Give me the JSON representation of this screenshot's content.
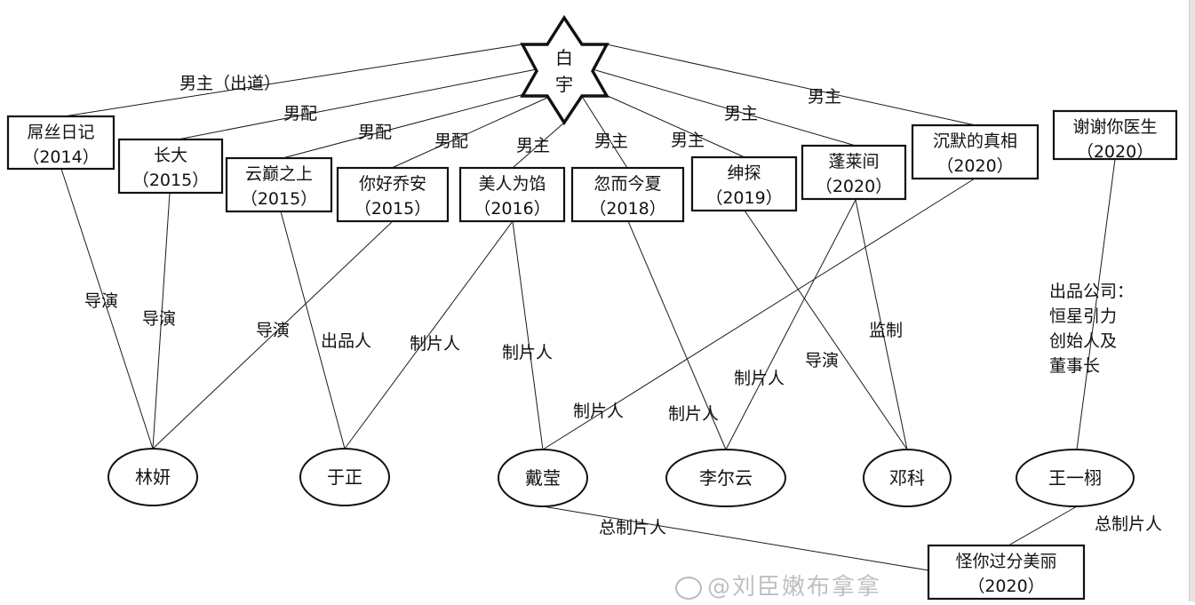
{
  "center": {
    "name_line1": "白",
    "name_line2": "宇",
    "full_name": "白宇",
    "shape": "six-point-star"
  },
  "works": [
    {
      "id": "w0",
      "title": "屌丝日记",
      "year": "（2014）"
    },
    {
      "id": "w1",
      "title": "长大",
      "year": "（2015）"
    },
    {
      "id": "w2",
      "title": "云巅之上",
      "year": "（2015）"
    },
    {
      "id": "w3",
      "title": "你好乔安",
      "year": "（2015）"
    },
    {
      "id": "w4",
      "title": "美人为馅",
      "year": "（2016）"
    },
    {
      "id": "w5",
      "title": "忽而今夏",
      "year": "（2018）"
    },
    {
      "id": "w6",
      "title": "绅探",
      "year": "（2019）"
    },
    {
      "id": "w7",
      "title": "蓬莱间",
      "year": "（2020）"
    },
    {
      "id": "w8",
      "title": "沉默的真相",
      "year": "（2020）"
    },
    {
      "id": "w9",
      "title": "谢谢你医生",
      "year": "（2020）"
    },
    {
      "id": "w10",
      "title": "怪你过分美丽",
      "year": "（2020）"
    }
  ],
  "people": [
    {
      "id": "p0",
      "name": "林妍"
    },
    {
      "id": "p1",
      "name": "于正"
    },
    {
      "id": "p2",
      "name": "戴莹"
    },
    {
      "id": "p3",
      "name": "李尔云"
    },
    {
      "id": "p4",
      "name": "邓科"
    },
    {
      "id": "p5",
      "name": "王一栩"
    }
  ],
  "actor_edges": [
    {
      "work": "w0",
      "label": "男主（出道）"
    },
    {
      "work": "w1",
      "label": "男配"
    },
    {
      "work": "w2",
      "label": "男配"
    },
    {
      "work": "w3",
      "label": "男配"
    },
    {
      "work": "w4",
      "label": "男主"
    },
    {
      "work": "w5",
      "label": "男主"
    },
    {
      "work": "w6",
      "label": "男主"
    },
    {
      "work": "w7",
      "label": "男主"
    },
    {
      "work": "w8",
      "label": "男主"
    }
  ],
  "crew_edges": [
    {
      "work": "w0",
      "person": "p0",
      "label": "导演"
    },
    {
      "work": "w1",
      "person": "p0",
      "label": "导演"
    },
    {
      "work": "w3",
      "person": "p0",
      "label": "导演"
    },
    {
      "work": "w2",
      "person": "p1",
      "label": "出品人"
    },
    {
      "work": "w4",
      "person": "p1",
      "label": "制片人"
    },
    {
      "work": "w4",
      "person": "p2",
      "label": "制片人"
    },
    {
      "work": "w8",
      "person": "p2",
      "label": "制片人"
    },
    {
      "work": "w5",
      "person": "p3",
      "label": "制片人"
    },
    {
      "work": "w7",
      "person": "p3",
      "label": "制片人"
    },
    {
      "work": "w6",
      "person": "p4",
      "label": "导演"
    },
    {
      "work": "w7",
      "person": "p4",
      "label": "监制"
    },
    {
      "work": "w9",
      "person": "p5",
      "label": "出品公司：恒星引力创始人及董事长",
      "label_lines": [
        "出品公司：",
        "恒星引力",
        "创始人及",
        "董事长"
      ]
    },
    {
      "work": "w10",
      "person": "p2",
      "label": "总制片人"
    },
    {
      "work": "w10",
      "person": "p5",
      "label": "总制片人"
    }
  ],
  "watermark": "@刘臣嫩布拿拿"
}
